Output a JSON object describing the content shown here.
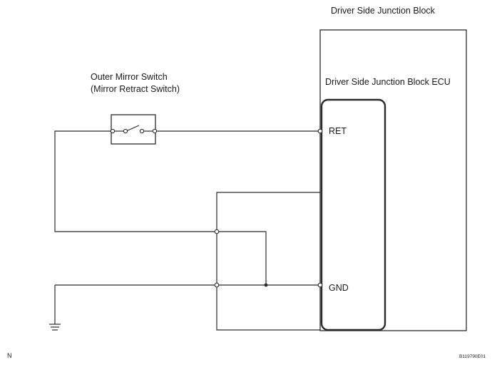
{
  "junction_block": {
    "title": "Driver Side Junction Block"
  },
  "ecu": {
    "title": "Driver Side Junction Block ECU",
    "terminals": {
      "ret": "RET",
      "gnd": "GND"
    }
  },
  "switch": {
    "line1": "Outer Mirror Switch",
    "line2": "(Mirror Retract Switch)"
  },
  "footer": {
    "left_code": "N",
    "figure_id": "B119790E01"
  }
}
